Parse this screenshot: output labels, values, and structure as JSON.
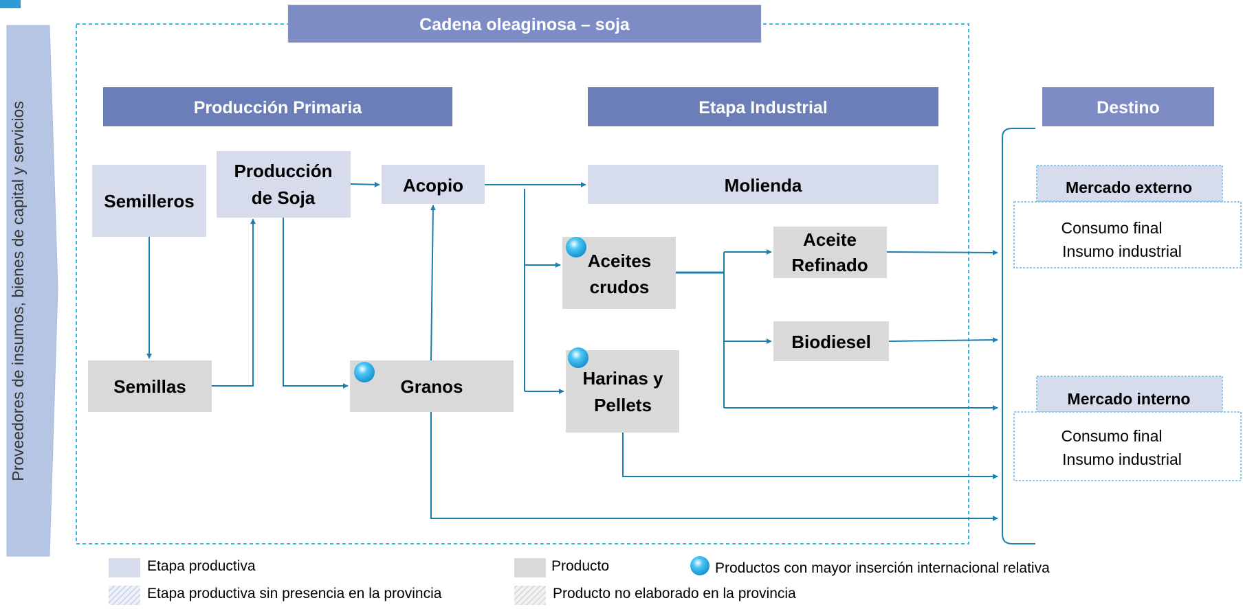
{
  "title": "Cadena oleaginosa – soja",
  "side_label": "Proveedores de insumos, bienes de capital y servicios",
  "headers": {
    "primaria": "Producción Primaria",
    "industrial": "Etapa Industrial",
    "destino": "Destino"
  },
  "nodes": {
    "semilleros": [
      "Semilleros"
    ],
    "produccion_soja": [
      "Producción",
      "de Soja"
    ],
    "acopio": [
      "Acopio"
    ],
    "molienda": [
      "Molienda"
    ],
    "semillas": [
      "Semillas"
    ],
    "granos": [
      "Granos"
    ],
    "aceites_crudos": [
      "Aceites",
      "crudos"
    ],
    "harinas_pellets": [
      "Harinas y",
      "Pellets"
    ],
    "aceite_refinado": [
      "Aceite",
      "Refinado"
    ],
    "biodiesel": [
      "Biodiesel"
    ]
  },
  "destino": {
    "externo": {
      "title": "Mercado externo",
      "items": [
        "Consumo final",
        "Insumo industrial"
      ]
    },
    "interno": {
      "title": "Mercado interno",
      "items": [
        "Consumo final",
        "Insumo industrial"
      ]
    }
  },
  "legend": {
    "etapa_productiva": "Etapa productiva",
    "producto": "Producto",
    "insercion": "Productos con mayor inserción internacional relativa",
    "etapa_sin_presencia": "Etapa productiva sin presencia en la provincia",
    "producto_no_elaborado": "Producto no elaborado en la provincia"
  },
  "colors": {
    "header": "#6b7eb8",
    "title_box": "#7e8cc6",
    "stage": "#d6dcec",
    "product": "#d9d9d9",
    "arrow": "#1a7fae",
    "dashed": "#33b5e8",
    "badge": "#1aa9e6",
    "side_arrow": "#b7c5e5"
  }
}
